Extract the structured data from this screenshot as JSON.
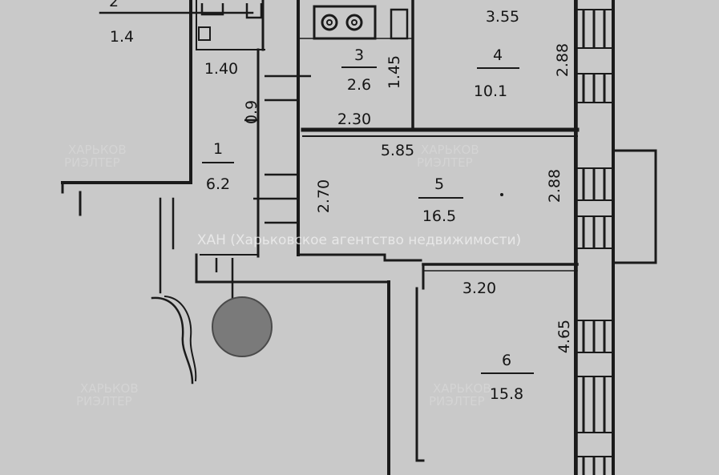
{
  "watermark": "ХАН (Харьковское агентство недвижимости)",
  "faint_mark": {
    "line1": "ХАРЬКОВ",
    "line2": "РИЭЛТЕР"
  },
  "colors": {
    "background": "#c9c9c9",
    "lines": "#1a1a1a",
    "marker": "#7a7a7a"
  },
  "rooms": [
    {
      "number": "2",
      "area": "1.4"
    },
    {
      "number": "3",
      "area": "2.6"
    },
    {
      "number": "4",
      "area": "10.1"
    },
    {
      "number": "1",
      "area": "6.2"
    },
    {
      "number": "5",
      "area": "16.5"
    },
    {
      "number": "6",
      "area": "15.8"
    }
  ],
  "dimensions": {
    "d_1_40": "1.40",
    "d_3_55": "3.55",
    "d_2_30": "2.30",
    "d_5_85": "5.85",
    "d_2_88_top": "2.88",
    "d_1_45": "1.45",
    "d_2_70": "2.70",
    "d_2_88_mid": "2.88",
    "d_3_20": "3.20",
    "d_4_65": "4.65",
    "d_0_9": "0.9"
  }
}
